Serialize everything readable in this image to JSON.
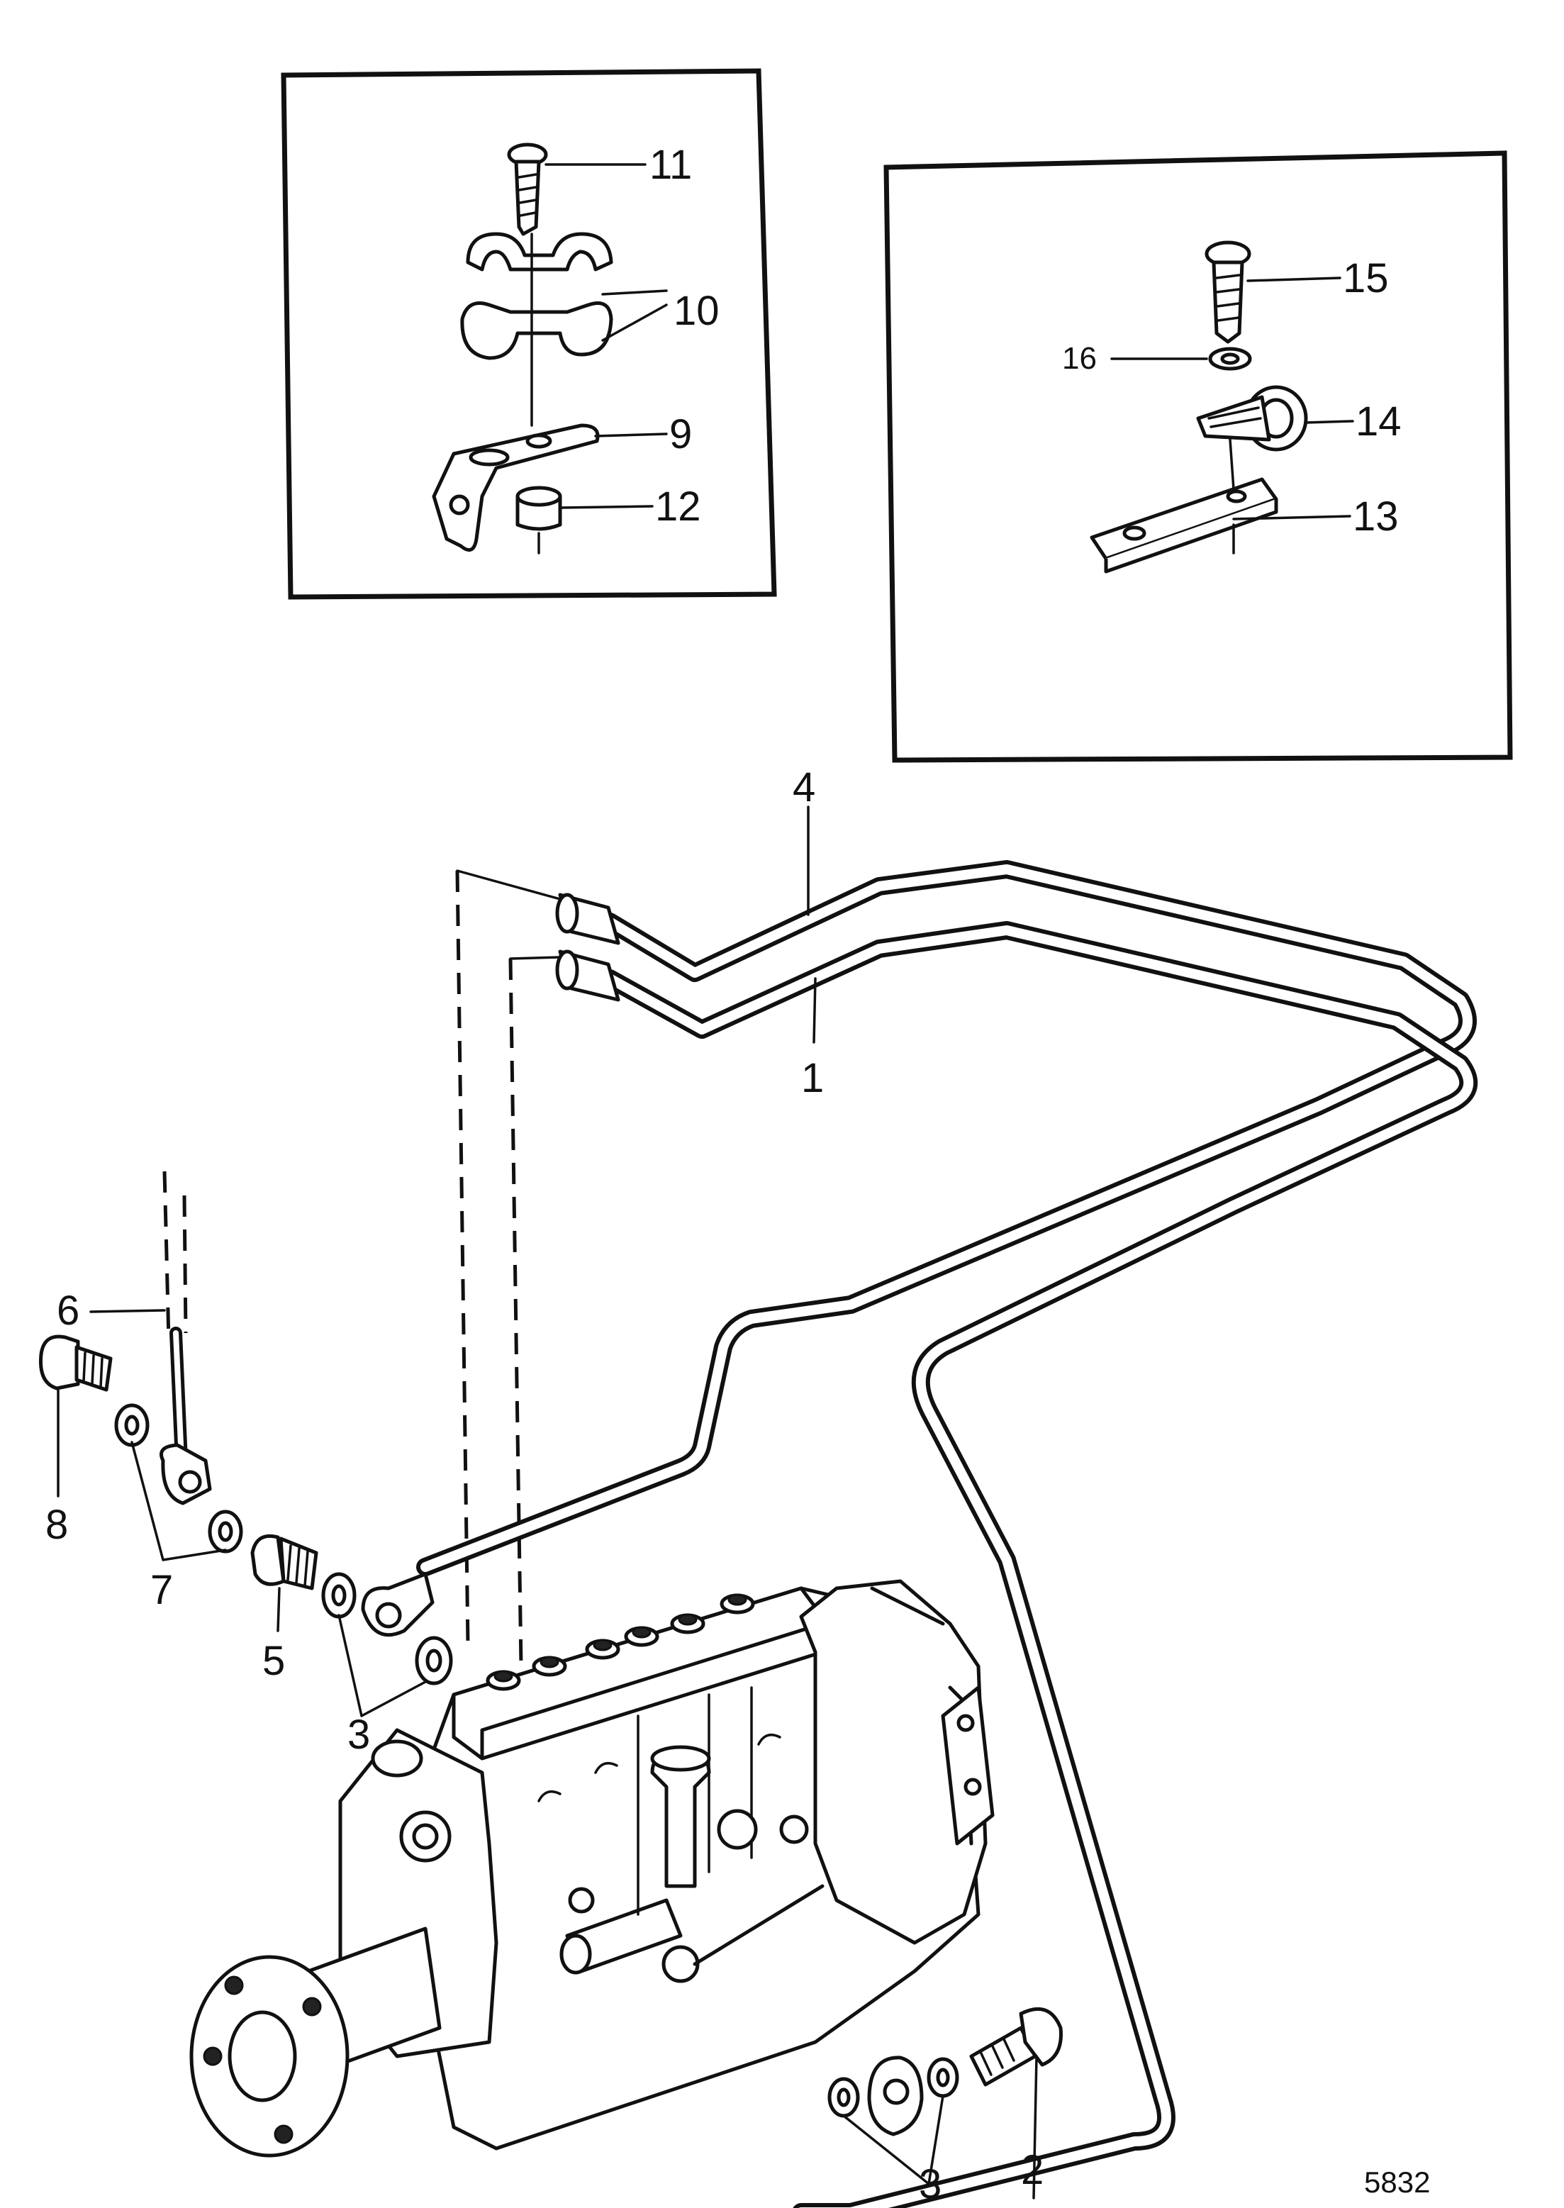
{
  "labels": {
    "l1": "1",
    "l2": "2",
    "l3a": "3",
    "l3b": "3",
    "l4": "4",
    "l5": "5",
    "l6": "6",
    "l7": "7",
    "l8": "8",
    "l9": "9",
    "l10": "10",
    "l11": "11",
    "l12": "12",
    "l13": "13",
    "l14": "14",
    "l15": "15",
    "l16": "16"
  },
  "figure_number": "5832"
}
